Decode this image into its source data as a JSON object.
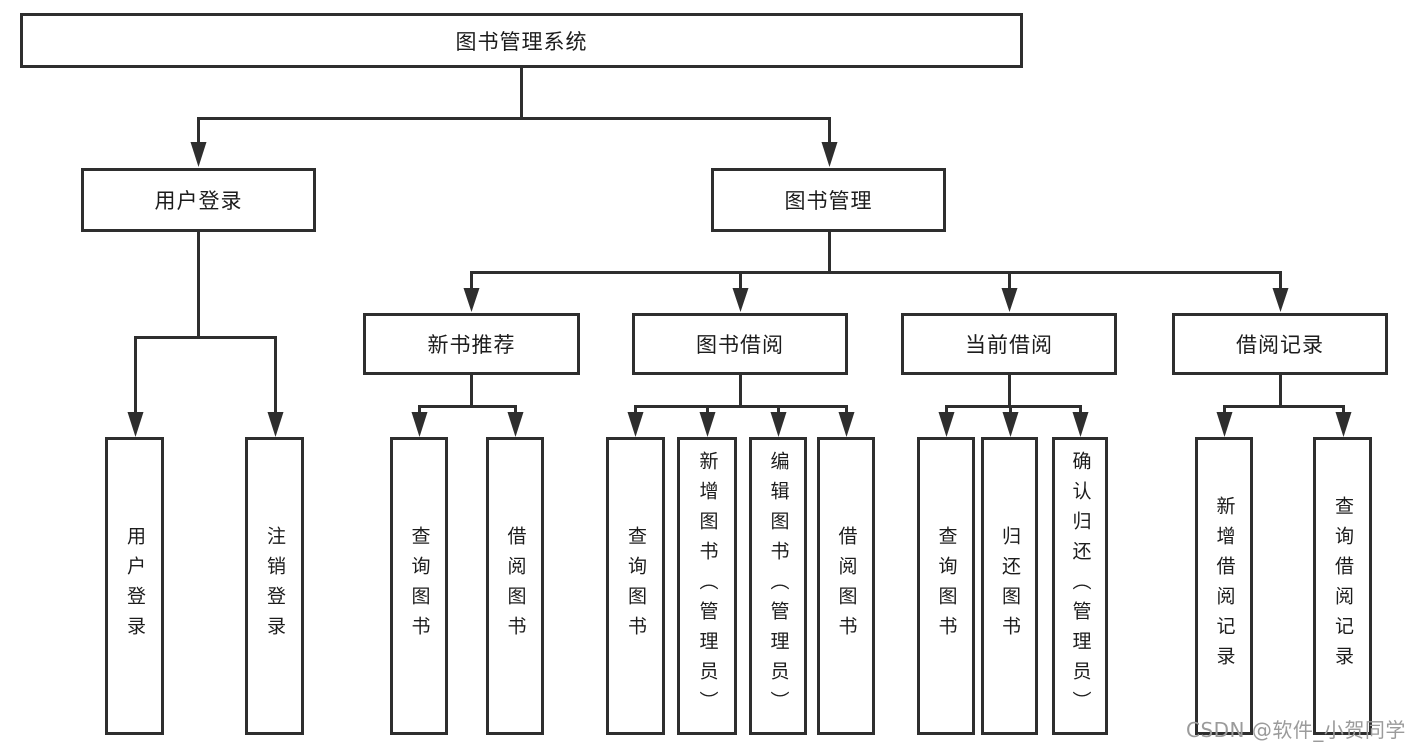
{
  "tree": {
    "root": {
      "label": "图书管理系统"
    },
    "branches": [
      {
        "label": "用户登录",
        "leaves": [
          "用户登录",
          "注销登录"
        ]
      },
      {
        "label": "图书管理",
        "children": [
          {
            "label": "新书推荐",
            "leaves": [
              "查询图书",
              "借阅图书"
            ]
          },
          {
            "label": "图书借阅",
            "leaves": [
              "查询图书",
              "新增图书（管理员）",
              "编辑图书（管理员）",
              "借阅图书"
            ]
          },
          {
            "label": "当前借阅",
            "leaves": [
              "查询图书",
              "归还图书",
              "确认归还（管理员）"
            ]
          },
          {
            "label": "借阅记录",
            "leaves": [
              "新增借阅记录",
              "查询借阅记录"
            ]
          }
        ]
      }
    ]
  },
  "watermark": "CSDN @软件_小贺同学",
  "colors": {
    "line": "#2e2e2e",
    "box_border": "#2e2e2e",
    "text": "#1c1c1c",
    "watermark": "#9b9b9b",
    "background": "#ffffff"
  }
}
